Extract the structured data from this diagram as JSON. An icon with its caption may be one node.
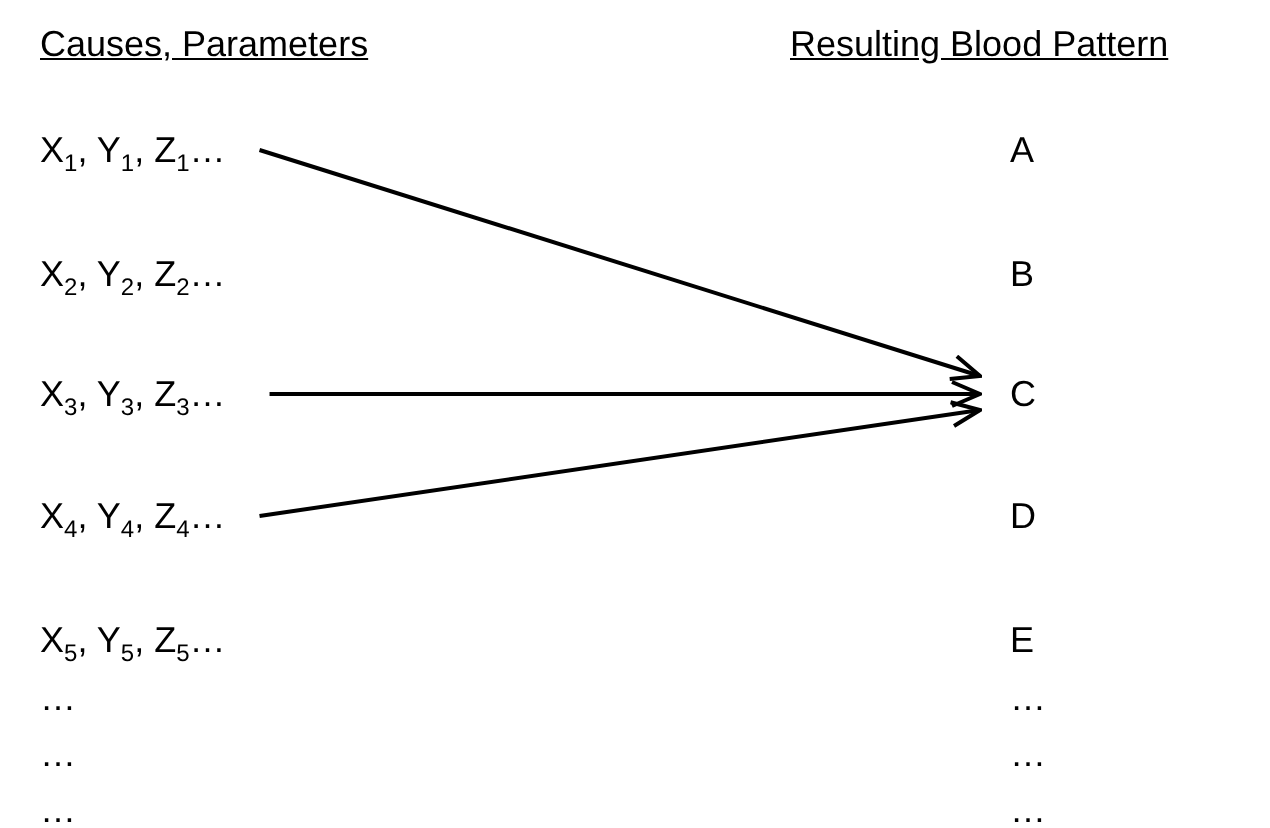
{
  "diagram": {
    "nodes": [
      {
        "text": [
          "X$_{1}$, Y$_{1}$, Z$_{1}$…"
        ]
      },
      {
        "text": [
          "X$_{2}$, Y$_{2}$, Z$_{2}$…"
        ]
      },
      {
        "text": [
          "X$_{3}$, Y$_{3}$, Z$_{3}$…"
        ]
      },
      {
        "text": [
          "X$_{4}$, Y$_{4}$, Z$_{4}$…"
        ]
      },
      {
        "text": [
          "X$_{5}$, Y$_{5}$, Z$_{5}$…"
        ]
      },
      {
        "text": [
          "A"
        ]
      },
      {
        "text": [
          "B"
        ]
      },
      {
        "text": [
          "C"
        ]
      },
      {
        "text": [
          "D"
        ]
      },
      {
        "text": [
          "E"
        ]
      }
    ],
    "edges": [
      {
        "from": 0,
        "to": 7,
        "arrow": "to"
      },
      {
        "from": 2,
        "to": 7,
        "arrow": "to"
      },
      {
        "from": 3,
        "to": 7,
        "arrow": "to"
      }
    ],
    "labels": [
      "Causes, Parameters",
      "Resulting Blood Pattern",
      "…",
      "…",
      "…",
      "…",
      "…",
      "…"
    ]
  }
}
